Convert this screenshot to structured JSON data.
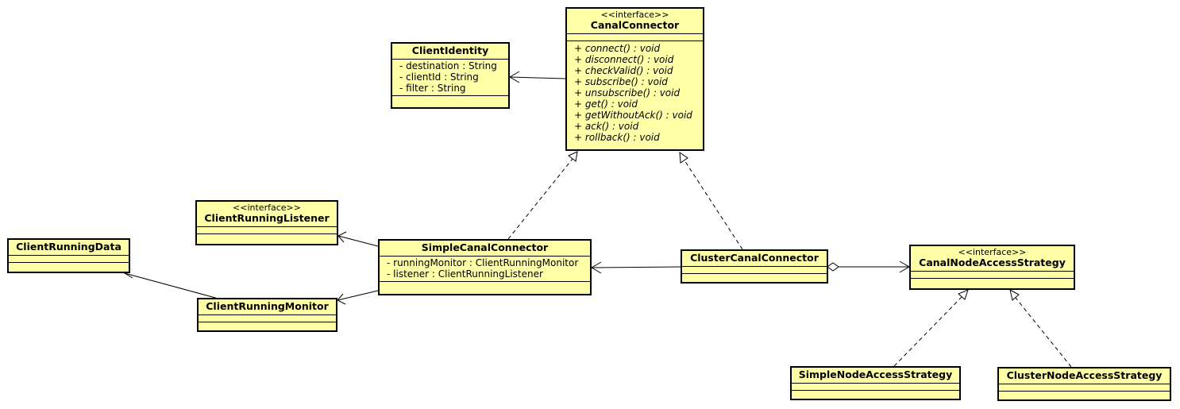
{
  "classes": {
    "canal_connector": {
      "stereotype": "<<interface>>",
      "name": "CanalConnector",
      "attributes": [],
      "operations": [
        "+ connect() : void",
        "+ disconnect() : void",
        "+ checkValid() : void",
        "+ subscribe() : void",
        "+ unsubscribe() : void",
        "+ get() : void",
        "+ getWithoutAck() : void",
        "+ ack() : void",
        "+ rollback() : void"
      ]
    },
    "client_identity": {
      "name": "ClientIdentity",
      "attributes": [
        "- destination : String",
        "- clientId : String",
        "- filter : String"
      ],
      "operations": []
    },
    "client_running_listener": {
      "stereotype": "<<interface>>",
      "name": "ClientRunningListener",
      "attributes": [],
      "operations": []
    },
    "client_running_data": {
      "name": "ClientRunningData",
      "attributes": [],
      "operations": []
    },
    "simple_canal_connector": {
      "name": "SimpleCanalConnector",
      "attributes": [
        "- runningMonitor : ClientRunningMonitor",
        "- listener : ClientRunningListener"
      ],
      "operations": []
    },
    "client_running_monitor": {
      "name": "ClientRunningMonitor",
      "attributes": [],
      "operations": []
    },
    "cluster_canal_connector": {
      "name": "ClusterCanalConnector",
      "attributes": [],
      "operations": []
    },
    "canal_node_access_strategy": {
      "stereotype": "<<interface>>",
      "name": "CanalNodeAccessStrategy",
      "attributes": [],
      "operations": []
    },
    "simple_node_access_strategy": {
      "name": "SimpleNodeAccessStrategy",
      "attributes": [],
      "operations": []
    },
    "cluster_node_access_strategy": {
      "name": "ClusterNodeAccessStrategy",
      "attributes": [],
      "operations": []
    }
  },
  "relationships": [
    {
      "from": "CanalConnector",
      "to": "ClientIdentity",
      "kind": "association"
    },
    {
      "from": "SimpleCanalConnector",
      "to": "CanalConnector",
      "kind": "realization"
    },
    {
      "from": "ClusterCanalConnector",
      "to": "CanalConnector",
      "kind": "realization"
    },
    {
      "from": "SimpleCanalConnector",
      "to": "ClientRunningListener",
      "kind": "association"
    },
    {
      "from": "SimpleCanalConnector",
      "to": "ClientRunningMonitor",
      "kind": "association"
    },
    {
      "from": "ClientRunningMonitor",
      "to": "ClientRunningData",
      "kind": "association"
    },
    {
      "from": "ClusterCanalConnector",
      "to": "SimpleCanalConnector",
      "kind": "association"
    },
    {
      "from": "ClusterCanalConnector",
      "to": "CanalNodeAccessStrategy",
      "kind": "aggregation"
    },
    {
      "from": "SimpleNodeAccessStrategy",
      "to": "CanalNodeAccessStrategy",
      "kind": "realization"
    },
    {
      "from": "ClusterNodeAccessStrategy",
      "to": "CanalNodeAccessStrategy",
      "kind": "realization"
    }
  ]
}
